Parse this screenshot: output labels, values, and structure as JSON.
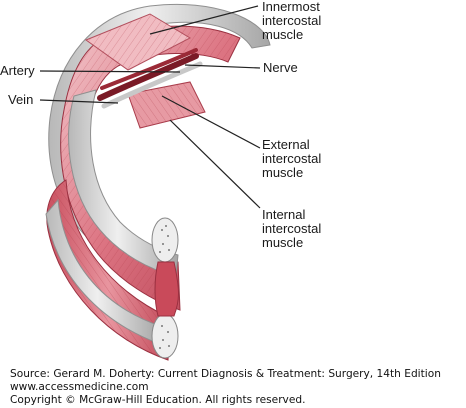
{
  "labels": {
    "innermost": "Innermost\nintercostal\nmuscle",
    "artery": "Artery",
    "nerve": "Nerve",
    "vein": "Vein",
    "external": "External\nintercostal\nmuscle",
    "internal": "Internal\nintercostal\nmuscle"
  },
  "credits": {
    "source": "Source: Gerard M. Doherty: Current Diagnosis & Treatment: Surgery, 14th Edition",
    "website": "www.accessmedicine.com",
    "copyright": "Copyright © McGraw-Hill Education. All rights reserved."
  },
  "colors": {
    "muscle": "#d9707e",
    "muscle_dark": "#b8404f",
    "muscle_light": "#f2c4c8",
    "rib": "#dcdcdc",
    "rib_shade": "#a8a8a8",
    "vessel": "#8a1f2c",
    "nerve": "#b6b6b6"
  }
}
